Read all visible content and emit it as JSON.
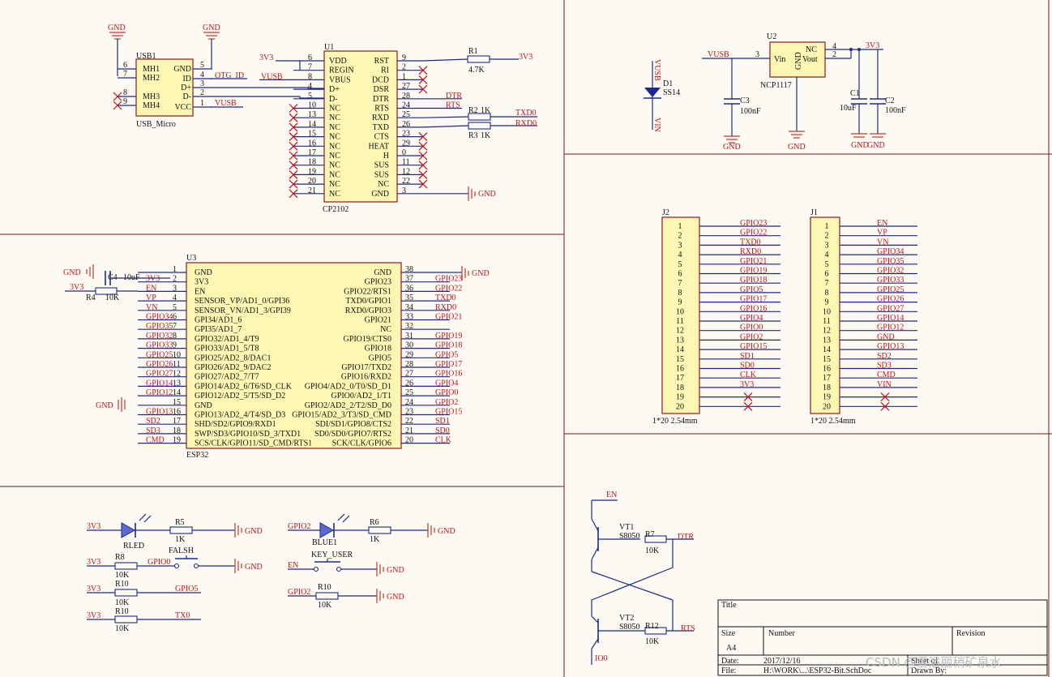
{
  "usb": {
    "ref": "USB1",
    "value": "USB_Micro",
    "pins_left": [
      {
        "num": "6",
        "name": "MH1"
      },
      {
        "num": "7",
        "name": "MH2"
      },
      {
        "num": "8",
        "name": "MH3"
      },
      {
        "num": "9",
        "name": "MH4"
      }
    ],
    "pins_right": [
      {
        "num": "5",
        "name": "GND"
      },
      {
        "num": "4",
        "name": "ID"
      },
      {
        "num": "3",
        "name": "D+"
      },
      {
        "num": "2",
        "name": "D-"
      },
      {
        "num": "1",
        "name": "VCC"
      }
    ],
    "nets": {
      "otg": "OTG_ID",
      "vusb": "VUSB",
      "gnd": "GND"
    }
  },
  "cp2102": {
    "ref": "U1",
    "value": "CP2102",
    "left": [
      {
        "num": "6",
        "name": "VDD",
        "net": "3V3"
      },
      {
        "num": "7",
        "name": "REGIN"
      },
      {
        "num": "8",
        "name": "VBUS",
        "net": "VUSB"
      },
      {
        "num": "4",
        "name": "D+"
      },
      {
        "num": "5",
        "name": "D-"
      },
      {
        "num": "10",
        "name": "NC"
      },
      {
        "num": "13",
        "name": "NC"
      },
      {
        "num": "14",
        "name": "NC"
      },
      {
        "num": "15",
        "name": "NC"
      },
      {
        "num": "16",
        "name": "NC"
      },
      {
        "num": "17",
        "name": "NC"
      },
      {
        "num": "18",
        "name": "NC"
      },
      {
        "num": "19",
        "name": "NC"
      },
      {
        "num": "20",
        "name": "NC"
      },
      {
        "num": "21",
        "name": "NC"
      }
    ],
    "right": [
      {
        "num": "9",
        "name": "RST"
      },
      {
        "num": "2",
        "name": "RI"
      },
      {
        "num": "1",
        "name": "DCD"
      },
      {
        "num": "27",
        "name": "DSR"
      },
      {
        "num": "28",
        "name": "DTR",
        "net": "DTR"
      },
      {
        "num": "24",
        "name": "RTS",
        "net": "RTS"
      },
      {
        "num": "25",
        "name": "RXD"
      },
      {
        "num": "26",
        "name": "TXD"
      },
      {
        "num": "23",
        "name": "CTS"
      },
      {
        "num": "29",
        "name": "HEAT"
      },
      {
        "num": "0",
        "name": "H"
      },
      {
        "num": "11",
        "name": "SUS"
      },
      {
        "num": "12",
        "name": "SUS"
      },
      {
        "num": "22",
        "name": "NC"
      },
      {
        "num": "3",
        "name": "GND",
        "net": "GND"
      }
    ],
    "r1": {
      "ref": "R1",
      "value": "4.7K",
      "net": "3V3"
    },
    "r2": {
      "ref": "R2",
      "value": "1K",
      "net": "TXD0"
    },
    "r3": {
      "ref": "R3",
      "value": "1K",
      "net": "RXD0"
    }
  },
  "diode": {
    "ref": "D1",
    "value": "SS14",
    "top": "VUSB",
    "bottom": "VIN"
  },
  "ldo": {
    "ref": "U2",
    "value": "NCP1117",
    "vin": "Vin",
    "gnd": "GND",
    "nc": "NC",
    "vout": "Vout",
    "pin_in": "3",
    "pin_nc": "4",
    "pin_out": "2",
    "in_net": "VUSB",
    "out_net": "3V3",
    "caps": [
      {
        "ref": "C3",
        "value": "100nF"
      },
      {
        "ref": "C1",
        "value": "10uF"
      },
      {
        "ref": "C2",
        "value": "100nF"
      }
    ],
    "gnds": [
      "GND",
      "GND",
      "GND",
      "GND"
    ]
  },
  "esp32": {
    "ref": "U3",
    "value": "ESP32",
    "left": [
      {
        "num": "1",
        "name": "GND",
        "net": "GND"
      },
      {
        "num": "2",
        "name": "3V3",
        "net": "3V3"
      },
      {
        "num": "3",
        "name": "EN",
        "net": "EN"
      },
      {
        "num": "4",
        "name": "SENSOR_VP/AD1_0/GPI36",
        "net": "VP"
      },
      {
        "num": "5",
        "name": "SENSOR_VN/AD1_3/GPI39",
        "net": "VN"
      },
      {
        "num": "6",
        "name": "GPI34/AD1_6",
        "net": "GPIO34"
      },
      {
        "num": "7",
        "name": "GPI35/AD1_7",
        "net": "GPIO35"
      },
      {
        "num": "8",
        "name": "GPIO32/AD1_4/T9",
        "net": "GPIO32"
      },
      {
        "num": "9",
        "name": "GPIO33/AD1_5/T8",
        "net": "GPIO33"
      },
      {
        "num": "10",
        "name": "GPIO25/AD2_8/DAC1",
        "net": "GPIO25"
      },
      {
        "num": "11",
        "name": "GPIO26/AD2_9/DAC2",
        "net": "GPIO26"
      },
      {
        "num": "12",
        "name": "GPIO27/AD2_7/T7",
        "net": "GPIO27"
      },
      {
        "num": "13",
        "name": "GPIO14/AD2_6/T6/SD_CLK",
        "net": "GPIO14"
      },
      {
        "num": "14",
        "name": "GPIO12/AD2_5/T5/SD_D2",
        "net": "GPIO12"
      },
      {
        "num": "15",
        "name": "GND",
        "net": "GND"
      },
      {
        "num": "16",
        "name": "GPIO13/AD2_4/T4/SD_D3",
        "net": "GPIO13"
      },
      {
        "num": "17",
        "name": "SHD/SD2/GPIO9/RXD1",
        "net": "SD2"
      },
      {
        "num": "18",
        "name": "SWP/SD3/GPIO10/SD_3/TXD1",
        "net": "SD3"
      },
      {
        "num": "19",
        "name": "SCS/CLK/GPIO11/SD_CMD/RTS1",
        "net": "CMD"
      }
    ],
    "right": [
      {
        "num": "38",
        "name": "GND"
      },
      {
        "num": "37",
        "name": "GPIO23",
        "net": "GPIO23"
      },
      {
        "num": "36",
        "name": "GPIO22/RTS1",
        "net": "GPIO22"
      },
      {
        "num": "35",
        "name": "TXD0/GPIO1",
        "net": "TXD0"
      },
      {
        "num": "34",
        "name": "RXD0/GPIO3",
        "net": "RXD0"
      },
      {
        "num": "33",
        "name": "GPIO21",
        "net": "GPIO21"
      },
      {
        "num": "32",
        "name": "NC"
      },
      {
        "num": "31",
        "name": "GPIO19/CTS0",
        "net": "GPIO19"
      },
      {
        "num": "30",
        "name": "GPIO18",
        "net": "GPIO18"
      },
      {
        "num": "29",
        "name": "GPIO5",
        "net": "GPIO5"
      },
      {
        "num": "28",
        "name": "GPIO17/TXD2",
        "net": "GPIO17"
      },
      {
        "num": "27",
        "name": "GPIO16/RXD2",
        "net": "GPIO16"
      },
      {
        "num": "26",
        "name": "GPIO4/AD2_0/T0/SD_D1",
        "net": "GPIO4"
      },
      {
        "num": "25",
        "name": "GPIO0/AD2_1/T1",
        "net": "GPIO0"
      },
      {
        "num": "24",
        "name": "GPIO2/AD2_2/T2/SD_D0",
        "net": "GPIO2"
      },
      {
        "num": "23",
        "name": "GPIO15/AD2_3/T3/SD_CMD",
        "net": "GPIO15"
      },
      {
        "num": "22",
        "name": "SDI/SD1/GPIO8/CTS2",
        "net": "SD1"
      },
      {
        "num": "21",
        "name": "SD0/SD0/GPIO7/RTS2",
        "net": "SD0"
      },
      {
        "num": "20",
        "name": "SCK/CLK/GPIO6",
        "net": "CLK"
      }
    ],
    "c4": {
      "ref": "C4",
      "value": "10uF"
    },
    "r4": {
      "ref": "R4",
      "value": "10K"
    },
    "gnd": "GND",
    "v3": "3V3"
  },
  "j2": {
    "ref": "J2",
    "value": "1*20 2.54mm",
    "pins": [
      "1",
      "2",
      "3",
      "4",
      "5",
      "6",
      "7",
      "8",
      "9",
      "10",
      "11",
      "12",
      "13",
      "14",
      "15",
      "16",
      "17",
      "18",
      "19",
      "20"
    ],
    "nets": [
      "GPIO23",
      "GPIO22",
      "TXD0",
      "RXD0",
      "GPIO21",
      "GPIO19",
      "GPIO18",
      "GPIO5",
      "GPIO17",
      "GPIO16",
      "GPIO4",
      "GPIO0",
      "GPIO2",
      "GPIO15",
      "SD1",
      "SD0",
      "CLK",
      "3V3",
      "",
      ""
    ]
  },
  "j1": {
    "ref": "J1",
    "value": "1*20 2.54mm",
    "pins": [
      "1",
      "2",
      "3",
      "4",
      "5",
      "6",
      "7",
      "8",
      "9",
      "10",
      "11",
      "12",
      "13",
      "14",
      "15",
      "16",
      "17",
      "18",
      "19",
      "20"
    ],
    "nets": [
      "EN",
      "VP",
      "VN",
      "GPIO34",
      "GPIO35",
      "GPIO32",
      "GPIO33",
      "GPIO25",
      "GPIO26",
      "GPIO27",
      "GPIO14",
      "GPIO12",
      "GND",
      "GPIO13",
      "SD2",
      "SD3",
      "CMD",
      "VIN",
      "",
      ""
    ]
  },
  "indicators": {
    "rled": {
      "net": "3V3",
      "ref": "RLED",
      "r": "R5",
      "rv": "1K",
      "gnd": "GND"
    },
    "blue": {
      "net": "GPIO2",
      "ref": "BLUE1",
      "r": "R6",
      "rv": "1K",
      "gnd": "GND"
    },
    "flash": {
      "net": "3V3",
      "r": "R8",
      "rv": "10K",
      "btn": "FALSH",
      "io": "GPIO0",
      "gnd": "GND"
    },
    "key": {
      "net": "EN",
      "btn": "KEY_USER",
      "gnd": "GND"
    },
    "r10a": {
      "net": "3V3",
      "r": "R10",
      "rv": "10K",
      "io": "GPIO5"
    },
    "r10b": {
      "net": "3V3",
      "r": "R10",
      "rv": "10K",
      "io": "TX0"
    },
    "r10c": {
      "net": "GPIO2",
      "r": "R10",
      "rv": "10K",
      "gnd": "GND"
    }
  },
  "autoreset": {
    "en": "EN",
    "io0": "IO0",
    "vt1": "VT1",
    "vt2": "VT2",
    "type": "S8050",
    "r7": "R7",
    "r12": "R12",
    "rv": "10K",
    "dtr": "DTR",
    "rts": "RTS"
  },
  "titleblock": {
    "title": "Title",
    "size": "Size",
    "size_val": "A4",
    "number": "Number",
    "revision": "Revision",
    "date": "Date:",
    "date_val": "2017/12/16",
    "sheet": "Sheet of",
    "file": "File:",
    "file_val": "H:\\WORK\\...\\ESP32-Bit.SchDoc",
    "drawn": "Drawn By:"
  },
  "watermark": "CSDN @雪浴丽稍矿泉水"
}
